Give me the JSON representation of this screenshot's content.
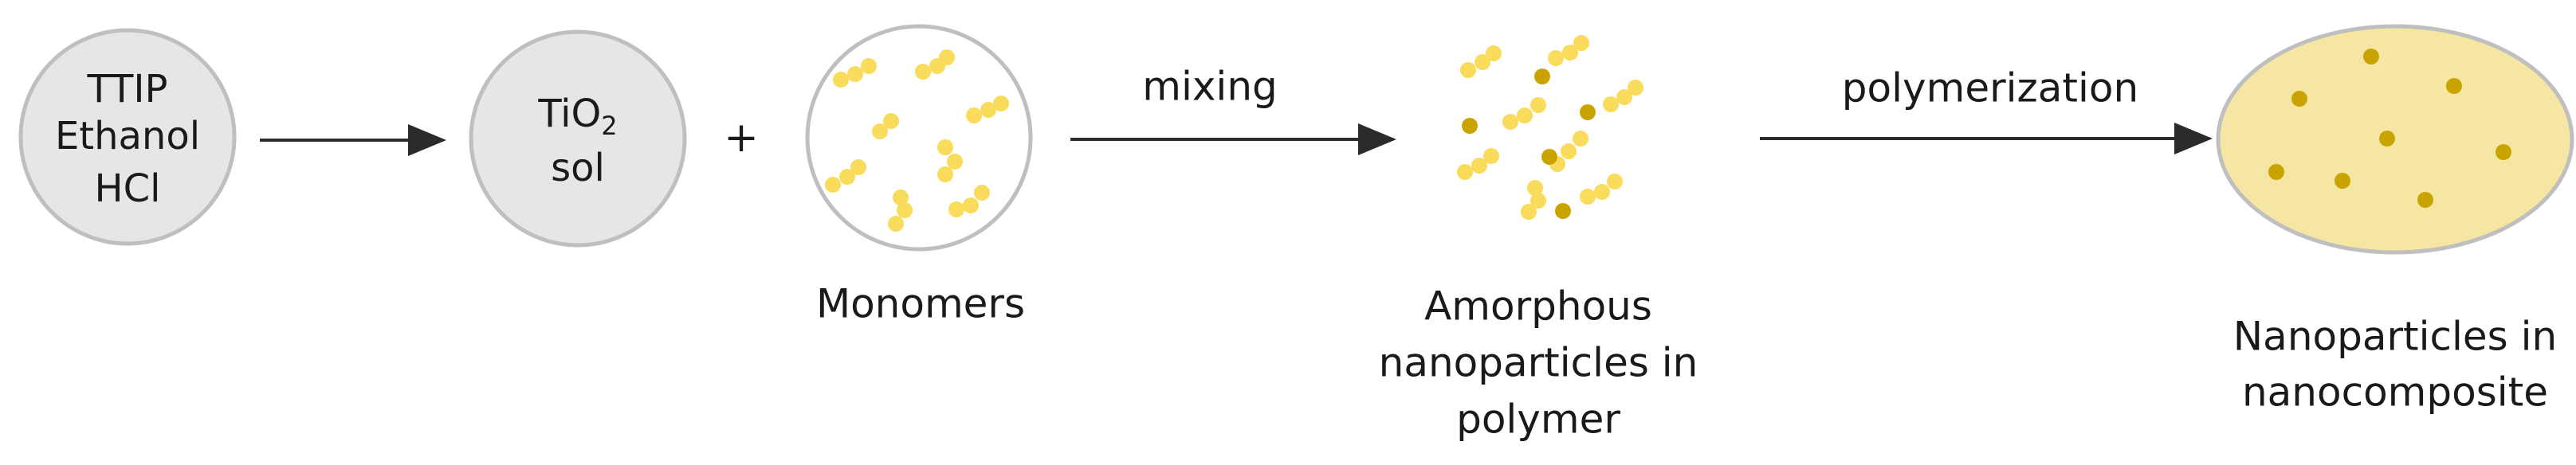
{
  "reagents": {
    "line1": "TTIP",
    "line2": "Ethanol",
    "line3": "HCl"
  },
  "tio2_sol": {
    "prefix": "TiO",
    "subscript": "2",
    "line2": "sol"
  },
  "plus_sign": "+",
  "monomers_label": "Monomers",
  "mixing_label": "mixing",
  "amorphous_label": {
    "line1": "Amorphous",
    "line2": "nanoparticles in",
    "line3": "polymer"
  },
  "polymerization_label": "polymerization",
  "nanocomposite_label": {
    "line1": "Nanoparticles in",
    "line2": "nanocomposite"
  },
  "colors": {
    "circle_fill": "#e6e6e6",
    "circle_stroke": "#bfbfbf",
    "monomer_yellow": "#f9dc5c",
    "nanoparticle_gold": "#c9a400",
    "nanocomposite_fill": "#f6e6a4",
    "arrow": "#2b2b2b"
  }
}
